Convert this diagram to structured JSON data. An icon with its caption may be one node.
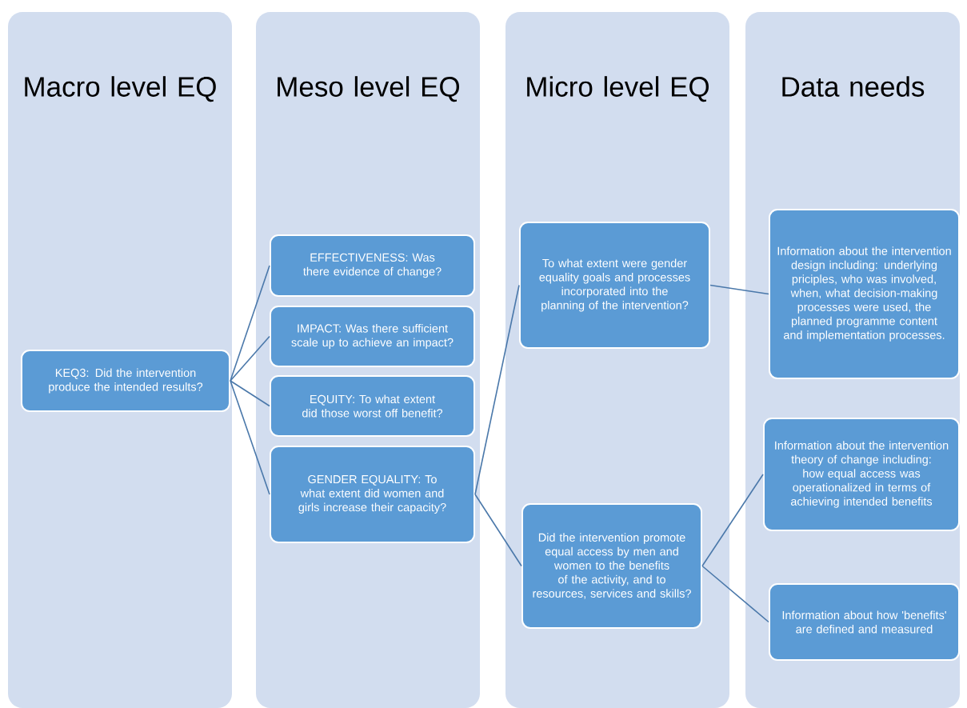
{
  "diagram": {
    "nodes": [
      {
        "text": [
          "Macro level EQ"
        ]
      },
      {
        "text": [
          "KEQ3: Did the intervention produce the intended results?"
        ],
        "in": 0
      },
      {
        "text": [
          "Meso level EQ"
        ]
      },
      {
        "text": [
          "EFFECTIVENESS: Was there evidence of change?"
        ],
        "in": 2
      },
      {
        "text": [
          "IMPACT: Was there sufficient scale up to achieve an impact?"
        ],
        "in": 2
      },
      {
        "text": [
          "EQUITY: To what extent did those worst off benefit?"
        ],
        "in": 2
      },
      {
        "text": [
          "GENDER EQUALITY: To what extent did women and girls increase their capacity?"
        ],
        "in": 2
      },
      {
        "text": [
          "Micro level EQ"
        ]
      },
      {
        "text": [
          "To what extent were gender equality goals and processes incorporated into the planning of the intervention?"
        ],
        "in": 7
      },
      {
        "text": [
          "Did the intervention promote equal access by men and women to the benefits of the activity, and to resources, services and skills?"
        ],
        "in": 7
      },
      {
        "text": [
          "Data needs"
        ]
      },
      {
        "text": [
          "Information about the intervention design including: underlying priciples, who was involved, when, what decision-making processes were used, the planned programme content and implementation processes."
        ],
        "in": 10
      },
      {
        "text": [
          "Information about the intervention theory of change including: how equal access was operationalized in terms of achieving intended benefits"
        ],
        "in": 10
      },
      {
        "text": [
          "Information about how 'benefits' are defined and measured"
        ],
        "in": 10
      }
    ],
    "edges": [
      {
        "from": 1,
        "to": 3,
        "arrow": "none"
      },
      {
        "from": 1,
        "to": 4,
        "arrow": "none"
      },
      {
        "from": 1,
        "to": 5,
        "arrow": "none"
      },
      {
        "from": 1,
        "to": 6,
        "arrow": "none"
      },
      {
        "from": 6,
        "to": 8,
        "arrow": "none"
      },
      {
        "from": 6,
        "to": 9,
        "arrow": "none"
      },
      {
        "from": 8,
        "to": 11,
        "arrow": "none"
      },
      {
        "from": 9,
        "to": 12,
        "arrow": "none"
      },
      {
        "from": 9,
        "to": 13,
        "arrow": "none"
      }
    ]
  }
}
